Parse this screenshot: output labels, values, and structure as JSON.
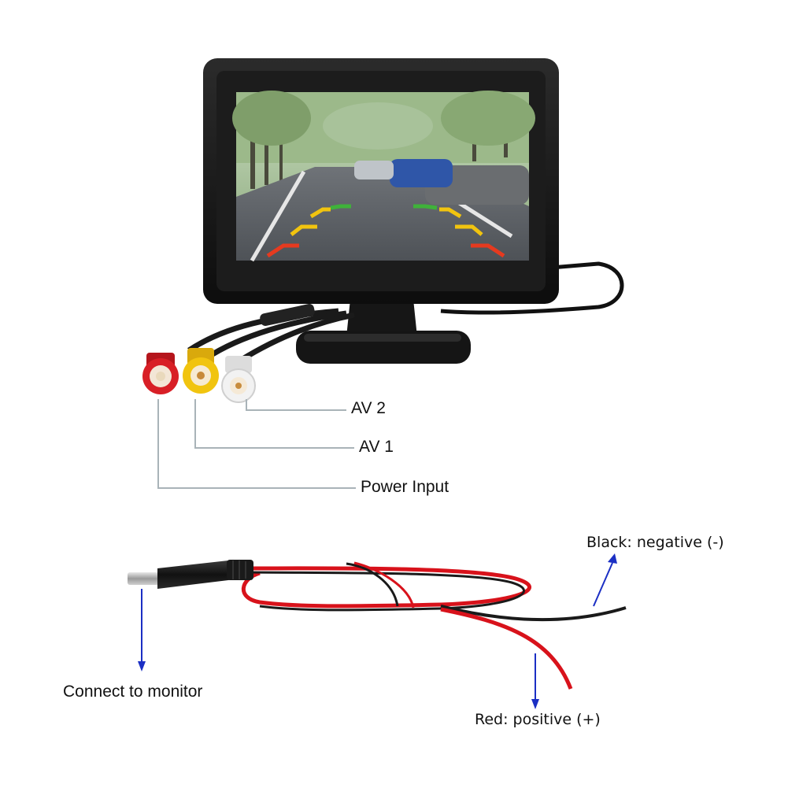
{
  "labels": {
    "av2": "AV 2",
    "av1": "AV 1",
    "power_input": "Power Input",
    "black_wire": "Black: negative (-)",
    "red_wire": "Red: positive (+)",
    "connect": "Connect to monitor"
  },
  "colors": {
    "leader_line": "#a9b3b8",
    "arrow": "#1b2fc4",
    "red_wire": "#d8121b",
    "black_wire": "#1a1a1a",
    "rca_red": "#d81f26",
    "rca_yellow": "#f1c40f",
    "rca_white": "#f2f2f2"
  },
  "icons": [
    "monitor-icon",
    "rca-red-plug-icon",
    "rca-yellow-plug-icon",
    "rca-white-plug-icon",
    "dc-plug-icon",
    "power-cable-icon"
  ]
}
